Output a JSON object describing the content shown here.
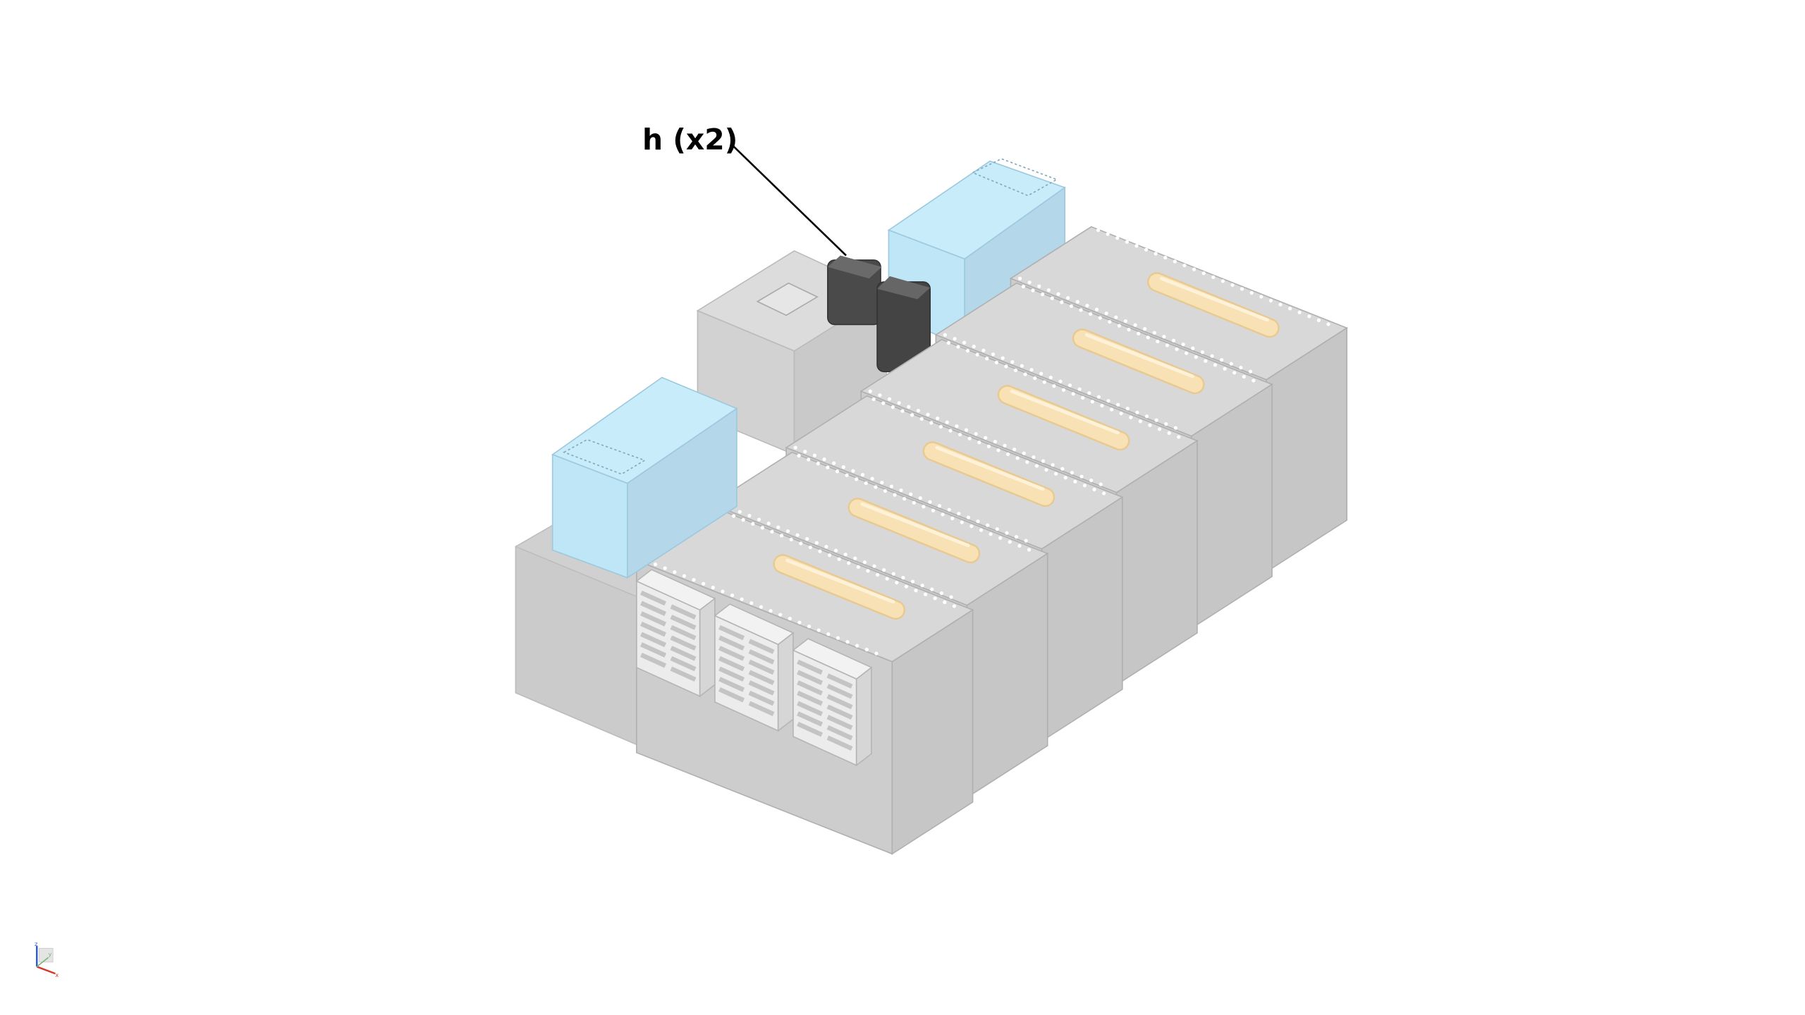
{
  "callout": {
    "label": "h (x2)"
  },
  "triad": {
    "x": "x",
    "y": "y",
    "z": "z"
  },
  "colors": {
    "module_gray": "#d4d4d4",
    "blue_box": "#bfe6f7",
    "tube": "#f6dfb0",
    "highlight_part": "#4a4a4a"
  },
  "modules_count": 6
}
